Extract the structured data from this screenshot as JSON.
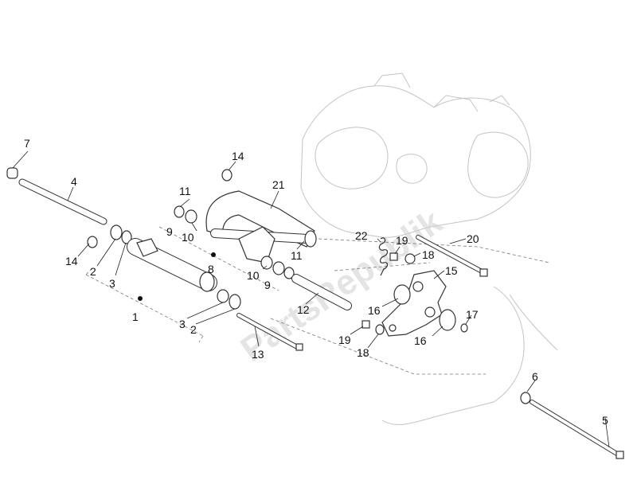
{
  "diagram": {
    "watermark": "PartsRepublik",
    "callouts": [
      {
        "id": "c7",
        "text": "7"
      },
      {
        "id": "c4",
        "text": "4"
      },
      {
        "id": "c14a",
        "text": "14"
      },
      {
        "id": "c2a",
        "text": "2"
      },
      {
        "id": "c3a",
        "text": "3"
      },
      {
        "id": "c1",
        "text": "1"
      },
      {
        "id": "c3b",
        "text": "3"
      },
      {
        "id": "c2b",
        "text": "2"
      },
      {
        "id": "c14b",
        "text": "14"
      },
      {
        "id": "c11a",
        "text": "11"
      },
      {
        "id": "c10a",
        "text": "10"
      },
      {
        "id": "c9a",
        "text": "9"
      },
      {
        "id": "c21",
        "text": "21"
      },
      {
        "id": "c8",
        "text": "8"
      },
      {
        "id": "c11b",
        "text": "11"
      },
      {
        "id": "c10b",
        "text": "10"
      },
      {
        "id": "c9b",
        "text": "9"
      },
      {
        "id": "c12",
        "text": "12"
      },
      {
        "id": "c13",
        "text": "13"
      },
      {
        "id": "c22",
        "text": "22"
      },
      {
        "id": "c19a",
        "text": "19"
      },
      {
        "id": "c18a",
        "text": "18"
      },
      {
        "id": "c20",
        "text": "20"
      },
      {
        "id": "c15",
        "text": "15"
      },
      {
        "id": "c16a",
        "text": "16"
      },
      {
        "id": "c17",
        "text": "17"
      },
      {
        "id": "c16b",
        "text": "16"
      },
      {
        "id": "c19b",
        "text": "19"
      },
      {
        "id": "c18b",
        "text": "18"
      },
      {
        "id": "c6",
        "text": "6"
      },
      {
        "id": "c5",
        "text": "5"
      }
    ]
  }
}
